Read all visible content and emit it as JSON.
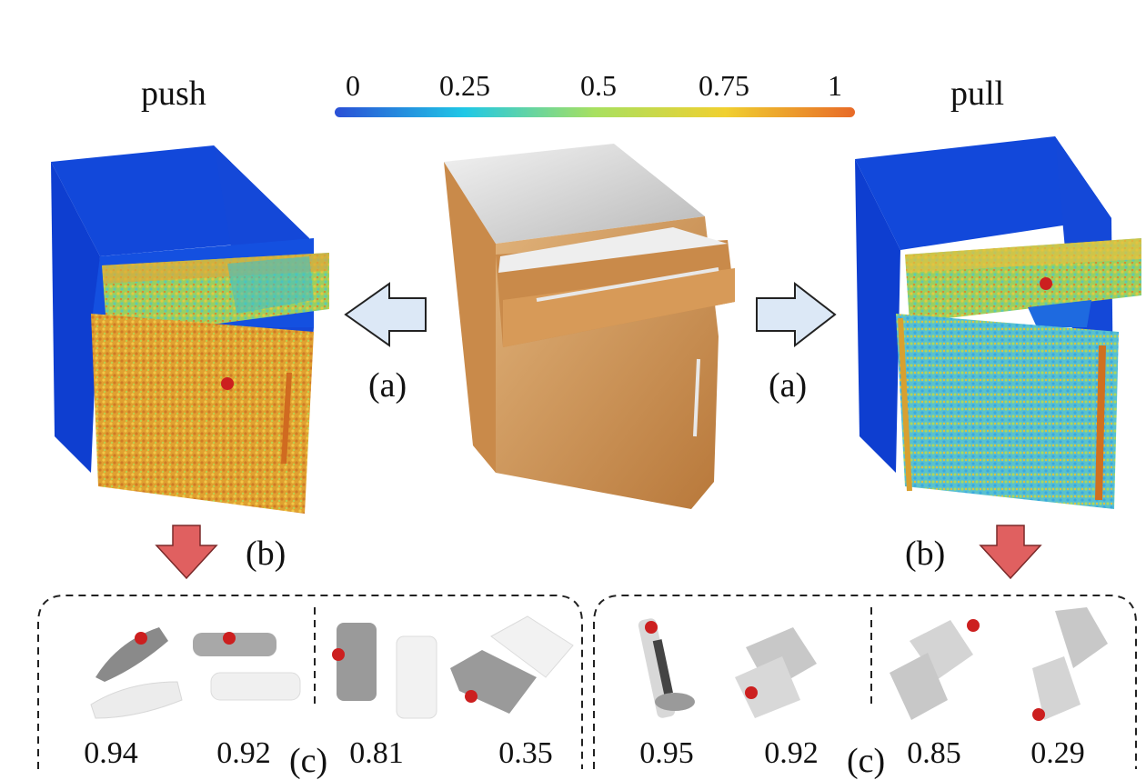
{
  "labels": {
    "push": "push",
    "pull": "pull",
    "step_a_left": "(a)",
    "step_a_right": "(a)",
    "step_b_left": "(b)",
    "step_b_right": "(b)",
    "step_c_left": "(c)",
    "step_c_right": "(c)"
  },
  "colorbar": {
    "ticks": [
      "0",
      "0.25",
      "0.5",
      "0.75",
      "1"
    ],
    "colors": [
      "#2a4fd6",
      "#20c8e6",
      "#a8e060",
      "#f0d030",
      "#e86a28"
    ]
  },
  "scores_push": [
    "0.94",
    "0.92",
    "0.81",
    "0.35"
  ],
  "scores_pull": [
    "0.95",
    "0.92",
    "0.85",
    "0.29"
  ],
  "colors": {
    "arrow_side": "#dce8f6",
    "arrow_down": "#e06060",
    "contact_point": "#cc1f1f",
    "cabinet_wood": "#c98a4a",
    "cabinet_blue": "#1446d8"
  }
}
